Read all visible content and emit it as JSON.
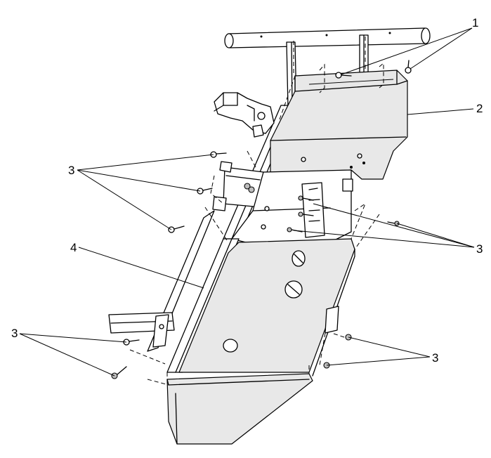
{
  "callouts": {
    "c1": "1",
    "c2": "2",
    "c3_upper_left": "3",
    "c3_middle_right": "3",
    "c3_lower_left": "3",
    "c3_lower_right": "3",
    "c4": "4"
  }
}
